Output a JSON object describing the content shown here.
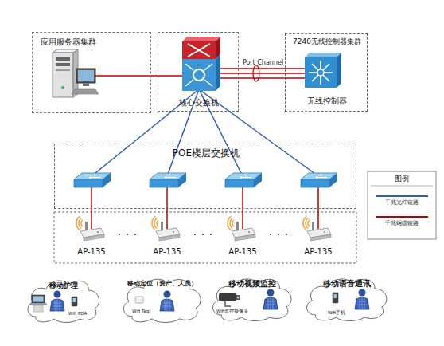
{
  "diagram": {
    "nodes": [
      {
        "text": [
          "应用服务器集群"
        ]
      },
      {
        "text": [
          "核心交换机"
        ]
      },
      {
        "text": [
          "7240无线控制器集群"
        ]
      },
      {
        "text": [
          "无线控制器"
        ],
        "in": 2
      },
      {
        "text": [
          "POE楼层交换机"
        ]
      },
      {
        "text": [
          "AP-135"
        ]
      },
      {
        "text": [
          "AP-135"
        ]
      },
      {
        "text": [
          "AP-135"
        ]
      },
      {
        "text": [
          "AP-135"
        ]
      },
      {
        "text": [
          "移动护理",
          "Wifi PDA"
        ]
      },
      {
        "text": [
          "移动定位（资产、人员）",
          "Wifi Tag"
        ]
      },
      {
        "text": [
          "移动视频监控",
          "Wifi监控摄像头"
        ]
      },
      {
        "text": [
          "移动语音通讯",
          "Wifi手机"
        ]
      }
    ],
    "edges": [
      {
        "from": 0,
        "to": 1,
        "arrow": "none"
      },
      {
        "from": 1,
        "to": 3,
        "label": "Port Channel",
        "arrow": "none"
      },
      {
        "from": 1,
        "to": 4,
        "arrow": "none"
      },
      {
        "from": 1,
        "to": 4,
        "arrow": "none"
      },
      {
        "from": 1,
        "to": 4,
        "arrow": "none"
      },
      {
        "from": 1,
        "to": 4,
        "arrow": "none"
      },
      {
        "from": 4,
        "to": 5,
        "arrow": "none"
      },
      {
        "from": 4,
        "to": 6,
        "arrow": "none"
      },
      {
        "from": 4,
        "to": 7,
        "arrow": "none"
      },
      {
        "from": 4,
        "to": 8,
        "arrow": "none"
      }
    ],
    "labels": [
      "图例"
    ],
    "legend": [
      {
        "text": "千兆光纤链路"
      },
      {
        "text": "千兆铜缆链路"
      }
    ]
  }
}
